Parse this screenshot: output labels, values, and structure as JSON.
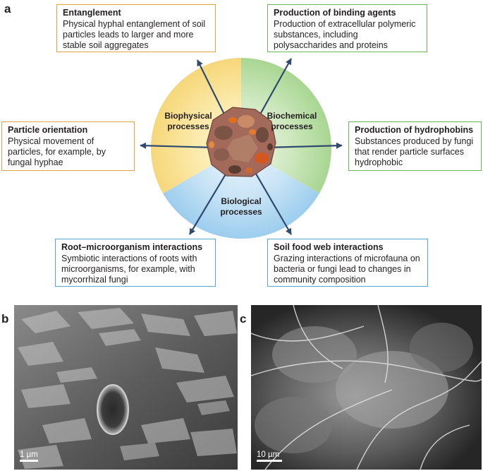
{
  "panels": {
    "a": "a",
    "b": "b",
    "c": "c"
  },
  "center": {
    "biophysical": "Biophysical\nprocesses",
    "biochemical": "Biochemical\nprocesses",
    "biological": "Biological\nprocesses"
  },
  "boxes": {
    "entanglement": {
      "title": "Entanglement",
      "desc": "Physical hyphal entanglement of soil particles leads to larger and more stable soil aggregates"
    },
    "binding": {
      "title": "Production of binding agents",
      "desc": "Production of extracellular polymeric substances, including polysaccharides and proteins"
    },
    "orientation": {
      "title": "Particle orientation",
      "desc": "Physical movement of particles, for example, by fungal hyphae"
    },
    "hydrophobins": {
      "title": "Production of hydrophobins",
      "desc": "Substances produced by fungi that render particle surfaces hydrophobic"
    },
    "root": {
      "title": "Root–microorganism interactions",
      "desc": "Symbiotic interactions of roots with microorganisms, for example, with mycorrhizal fungi"
    },
    "foodweb": {
      "title": "Soil food web interactions",
      "desc": "Grazing interactions of microfauna on bacteria or fungi lead to changes in community composition"
    }
  },
  "scalebars": {
    "b": "1 µm",
    "c": "10 µm"
  },
  "colors": {
    "biophysical": "#f7dc8a",
    "biochemical": "#b4dba0",
    "biological": "#a9d3ee",
    "arrow": "#2f4a6e",
    "aggregate": "#a0665a"
  }
}
